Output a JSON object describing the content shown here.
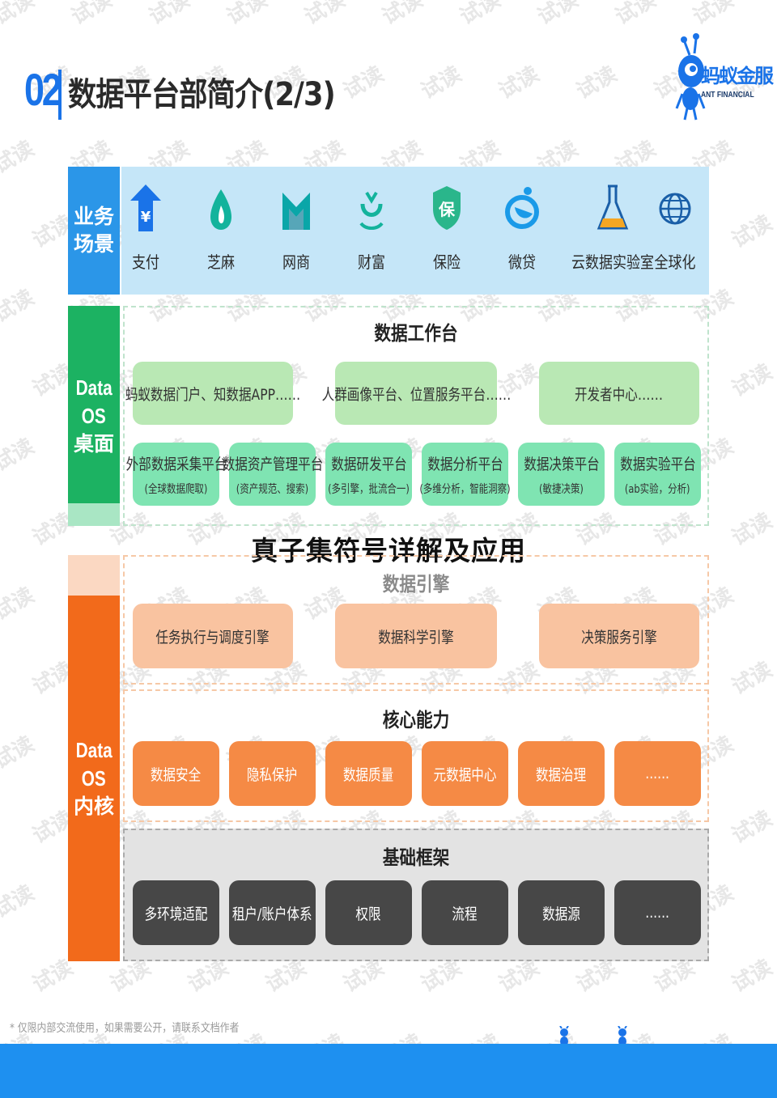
{
  "header": {
    "number": "02",
    "title": "数据平台部简介(2/3)"
  },
  "logo": {
    "name_cn": "蚂蚁金服",
    "name_en": "ANT FINANCIAL"
  },
  "business": {
    "label_line1": "业务",
    "label_line2": "场景",
    "items": [
      {
        "label": "支付",
        "icon": "alipay-yuan-icon"
      },
      {
        "label": "芝麻",
        "icon": "sesame-icon"
      },
      {
        "label": "网商",
        "icon": "mybank-icon"
      },
      {
        "label": "财富",
        "icon": "wealth-icon"
      },
      {
        "label": "保险",
        "icon": "insurance-shield-icon"
      },
      {
        "label": "微贷",
        "icon": "microloan-icon"
      },
      {
        "label": "云数据实验室",
        "icon": "lab-flask-icon"
      },
      {
        "label": "全球化",
        "icon": "globe-icon"
      }
    ]
  },
  "desktop": {
    "label_line1": "Data",
    "label_line2": "OS",
    "label_line3": "桌面",
    "workbench_title": "数据工作台",
    "top_pills": [
      "蚂蚁数据门户、知数据APP……",
      "人群画像平台、位置服务平台……",
      "开发者中心……"
    ],
    "platforms": [
      {
        "title": "外部数据采集平台",
        "sub": "(全球数据爬取)"
      },
      {
        "title": "数据资产管理平台",
        "sub": "(资产规范、搜索)"
      },
      {
        "title": "数据研发平台",
        "sub": "(多引擎，批流合一)"
      },
      {
        "title": "数据分析平台",
        "sub": "(多维分析，智能洞察)"
      },
      {
        "title": "数据决策平台",
        "sub": "(敏捷决策)"
      },
      {
        "title": "数据实验平台",
        "sub": "(ab实验，分析)"
      }
    ]
  },
  "overlay_title": "真子集符号详解及应用",
  "kernel": {
    "label_line1": "Data",
    "label_line2": "OS",
    "label_line3": "内核",
    "engine_title": "数据引擎",
    "engines": [
      "任务执行与调度引擎",
      "数据科学引擎",
      "决策服务引擎"
    ],
    "core_title": "核心能力",
    "core": [
      "数据安全",
      "隐私保护",
      "数据质量",
      "元数据中心",
      "数据治理",
      "......"
    ],
    "base_title": "基础框架",
    "base": [
      "多环境适配",
      "租户/账户体系",
      "权限",
      "流程",
      "数据源",
      "......"
    ]
  },
  "footnote": "* 仅限内部交流使用，如果需要公开，请联系文档作者",
  "watermark": "试读",
  "colors": {
    "brand_blue": "#1a73e8",
    "biz_blue": "#2b96e8",
    "desk_green": "#1cb262",
    "kernel_orange": "#f26a1b",
    "footer_blue": "#1e90f0"
  }
}
